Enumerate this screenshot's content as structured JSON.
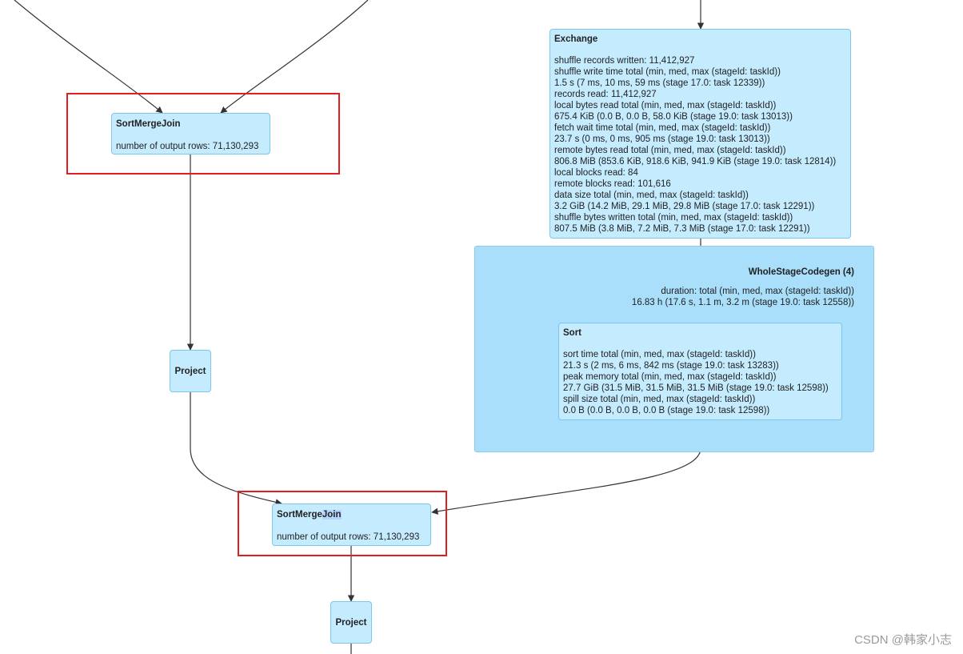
{
  "nodes": {
    "smj_top": {
      "title": "SortMergeJoin",
      "metrics": [
        "number of output rows: 71,130,293"
      ]
    },
    "project_top": {
      "title": "Project"
    },
    "exchange": {
      "title": "Exchange",
      "metrics": [
        "shuffle records written: 11,412,927",
        "shuffle write time total (min, med, max (stageId: taskId))",
        "1.5 s (7 ms, 10 ms, 59 ms (stage 17.0: task 12339))",
        "records read: 11,412,927",
        "local bytes read total (min, med, max (stageId: taskId))",
        "675.4 KiB (0.0 B, 0.0 B, 58.0 KiB (stage 19.0: task 13013))",
        "fetch wait time total (min, med, max (stageId: taskId))",
        "23.7 s (0 ms, 0 ms, 905 ms (stage 19.0: task 13013))",
        "remote bytes read total (min, med, max (stageId: taskId))",
        "806.8 MiB (853.6 KiB, 918.6 KiB, 941.9 KiB (stage 19.0: task 12814))",
        "local blocks read: 84",
        "remote blocks read: 101,616",
        "data size total (min, med, max (stageId: taskId))",
        "3.2 GiB (14.2 MiB, 29.1 MiB, 29.8 MiB (stage 17.0: task 12291))",
        "shuffle bytes written total (min, med, max (stageId: taskId))",
        "807.5 MiB (3.8 MiB, 7.2 MiB, 7.3 MiB (stage 17.0: task 12291))"
      ]
    },
    "wholestage": {
      "title": "WholeStageCodegen (4)",
      "metrics": [
        "duration: total (min, med, max (stageId: taskId))",
        "16.83 h (17.6 s, 1.1 m, 3.2 m (stage 19.0: task 12558))"
      ]
    },
    "sort": {
      "title": "Sort",
      "metrics": [
        "sort time total (min, med, max (stageId: taskId))",
        "21.3 s (2 ms, 6 ms, 842 ms (stage 19.0: task 13283))",
        "peak memory total (min, med, max (stageId: taskId))",
        "27.7 GiB (31.5 MiB, 31.5 MiB, 31.5 MiB (stage 19.0: task 12598))",
        "spill size total (min, med, max (stageId: taskId))",
        "0.0 B (0.0 B, 0.0 B, 0.0 B (stage 19.0: task 12598))"
      ]
    },
    "smj_bottom": {
      "title_a": "SortMerge",
      "title_b": "Join",
      "metrics": [
        "number of output rows: 71,130,293"
      ]
    },
    "project_bottom": {
      "title": "Project"
    }
  },
  "watermark": "CSDN @韩家小志",
  "colors": {
    "node_fill": "#c5ebff",
    "cluster_fill": "#a9dffa",
    "highlight": "#e02020",
    "edge": "#333333"
  }
}
